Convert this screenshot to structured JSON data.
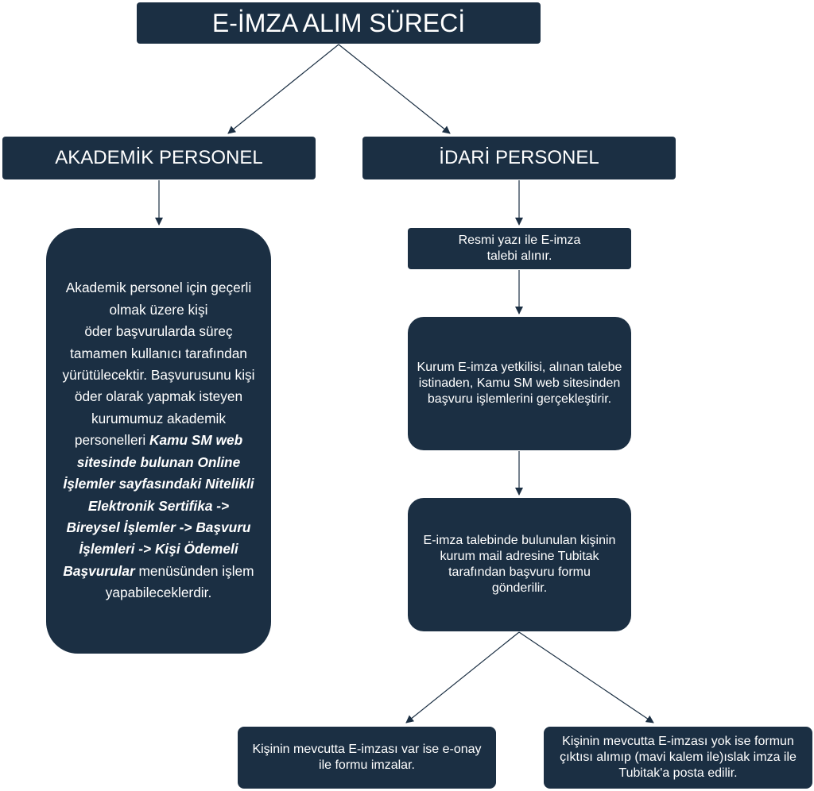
{
  "title": "E-İMZA ALIM SÜRECİ",
  "branches": {
    "akademik": {
      "heading": "AKADEMİK PERSONEL",
      "lines": [
        "Akademik personel için geçerli",
        "olmak üzere kişi",
        "öder başvurularda süreç",
        "tamamen kullanıcı tarafından",
        "yürütülecektir. Başvurusunu kişi",
        "öder olarak yapmak isteyen",
        "kurumumuz akademik"
      ],
      "line8_pre": "personelleri ",
      "line8_em": "Kamu SM web",
      "em_lines": [
        "sitesinde bulunan Online",
        "İşlemler sayfasındaki Nitelikli",
        "Elektronik Sertifika ->",
        "Bireysel İşlemler -> Başvuru",
        "İşlemleri -> Kişi Ödemeli"
      ],
      "line14_em": "Başvurular",
      "line14_post": " menüsünden işlem",
      "last_line": "yapabileceklerdir."
    },
    "idari": {
      "heading": "İDARİ PERSONEL",
      "step1": "Resmi yazı ile E-imza talebi alınır.",
      "step2": "Kurum E-imza yetkilisi, alınan talebe istinaden, Kamu SM web sitesinden başvuru işlemlerini gerçekleştirir.",
      "step3": "E-imza talebinde bulunulan kişinin kurum mail adresine Tubitak tarafından başvuru formu gönderilir.",
      "outcome_yes": "Kişinin mevcutta E-imzası var ise e-onay ile formu imzalar.",
      "outcome_no": "Kişinin mevcutta E-imzası yok ise formun çıktısı alımıp (mavi kalem ile)ıslak imza ile Tubitak'a posta edilir."
    }
  },
  "colors": {
    "box_fill": "#1b2f43",
    "box_text": "#ffffff",
    "edge": "#1b2f43"
  }
}
